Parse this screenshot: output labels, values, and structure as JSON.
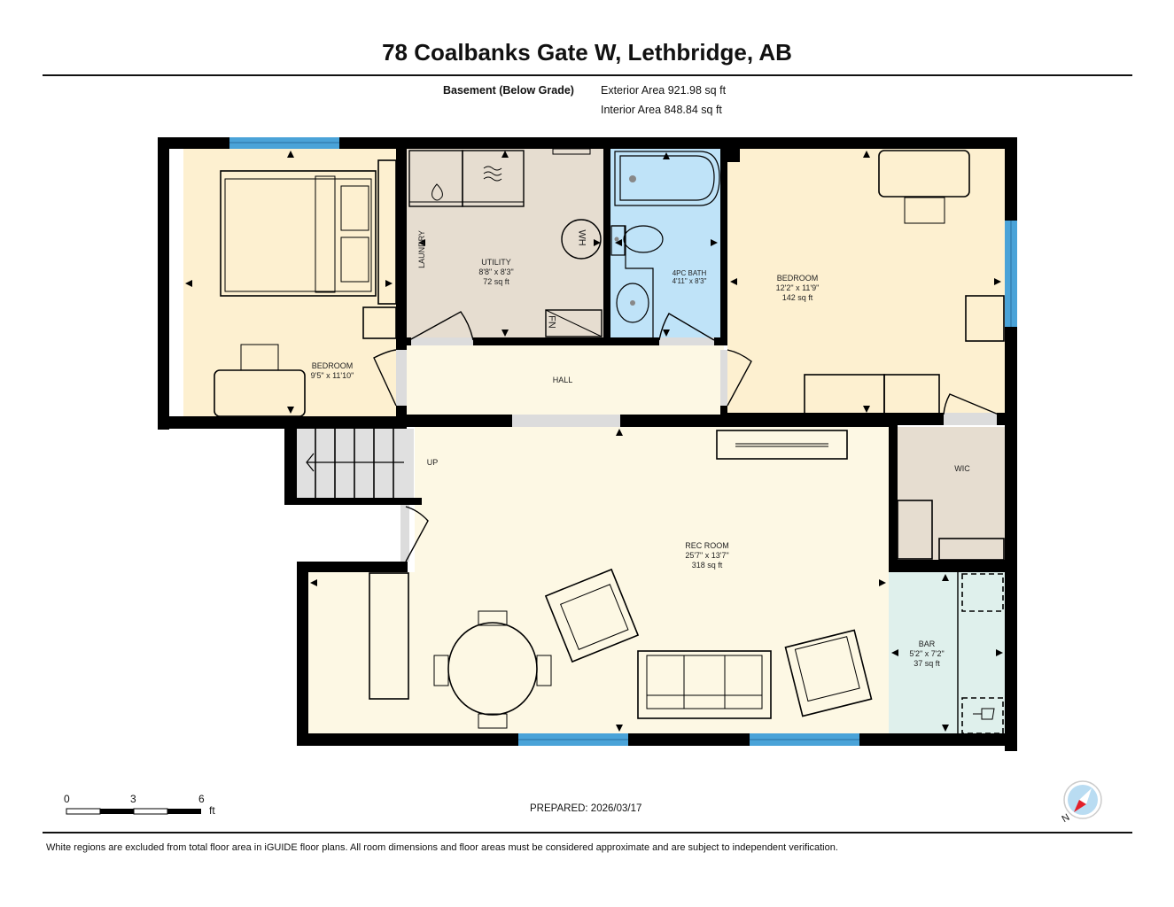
{
  "header": {
    "title": "78 Coalbanks Gate W, Lethbridge, AB",
    "level_label": "Basement (Below Grade)",
    "exterior_area": "Exterior Area 921.98 sq ft",
    "interior_area": "Interior Area 848.84 sq ft"
  },
  "rooms": {
    "bedroom_left": {
      "name": "BEDROOM",
      "dims": "9'5\" x 11'10\""
    },
    "utility": {
      "name": "UTILITY",
      "dims": "8'8\" x 8'3\"",
      "area": "72 sq ft"
    },
    "laundry": {
      "name": "LAUNDRY"
    },
    "bath": {
      "name": "4PC BATH",
      "dims": "4'11\" x 8'3\""
    },
    "bedroom_right": {
      "name": "BEDROOM",
      "dims": "12'2\" x 11'9\"",
      "area": "142 sq ft"
    },
    "hall": {
      "name": "HALL"
    },
    "wic": {
      "name": "WIC"
    },
    "rec_room": {
      "name": "REC ROOM",
      "dims": "25'7\" x 13'7\"",
      "area": "318 sq ft"
    },
    "bar": {
      "name": "BAR",
      "dims": "5'2\" x 7'2\"",
      "area": "37 sq ft"
    },
    "stairs": {
      "label": "UP"
    },
    "water_heater": {
      "label": "WH"
    },
    "furnace": {
      "label": "FN"
    }
  },
  "colors": {
    "wall": "#000000",
    "window": "#4aa3d8",
    "bedroom_fill": "#fdf0d0",
    "utility_fill": "#e6ddd0",
    "bath_fill": "#bfe3f8",
    "rec_fill": "#fdf8e4",
    "bar_fill": "#dff0ec",
    "door_gap": "#dcdcdc",
    "compass_red": "#e3202a",
    "compass_blue": "#b9dcf2"
  },
  "scale": {
    "ticks": [
      "0",
      "3",
      "6"
    ],
    "unit": "ft"
  },
  "footer": {
    "prepared": "PREPARED: 2026/03/17",
    "disclaimer": "White regions are excluded from total floor area in iGUIDE floor plans. All room dimensions and floor areas must be considered approximate and are subject to independent verification."
  }
}
